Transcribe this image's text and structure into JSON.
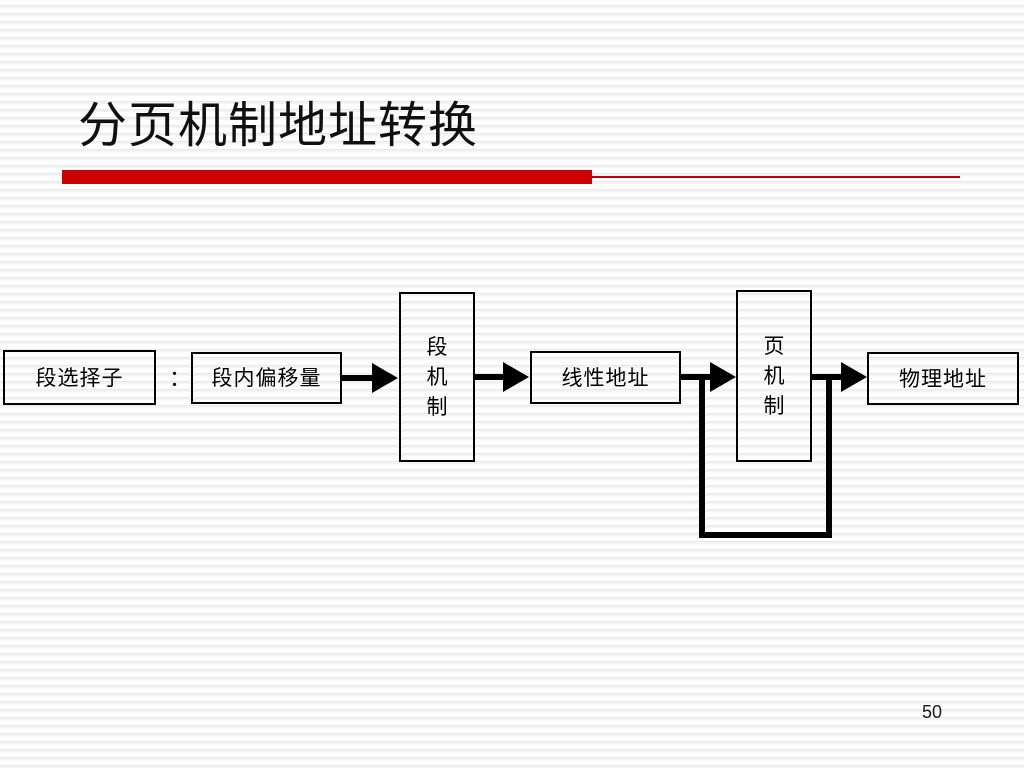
{
  "slide": {
    "title": "分页机制地址转换",
    "page_number": "50",
    "accent_color": "#cc0000",
    "rule_color": "#c00000",
    "line_color": "#000000",
    "background_color": "#ffffff"
  },
  "diagram": {
    "type": "flow",
    "separator": "：",
    "nodes": [
      {
        "id": "segment-selector",
        "label": "段选择子",
        "orientation": "horizontal"
      },
      {
        "id": "segment-offset",
        "label": "段内偏移量",
        "orientation": "horizontal"
      },
      {
        "id": "segment-unit",
        "label": "段机制",
        "orientation": "vertical",
        "chars": [
          "段",
          "机",
          "制"
        ]
      },
      {
        "id": "linear-address",
        "label": "线性地址",
        "orientation": "horizontal"
      },
      {
        "id": "page-unit",
        "label": "页机制",
        "orientation": "vertical",
        "chars": [
          "页",
          "机",
          "制"
        ]
      },
      {
        "id": "physical-address",
        "label": "物理地址",
        "orientation": "horizontal"
      }
    ],
    "edges": [
      {
        "from": "segment-offset",
        "to": "segment-unit",
        "style": "arrow"
      },
      {
        "from": "segment-unit",
        "to": "linear-address",
        "style": "arrow"
      },
      {
        "from": "linear-address",
        "to": "page-unit",
        "style": "arrow"
      },
      {
        "from": "page-unit",
        "to": "physical-address",
        "style": "arrow"
      },
      {
        "from": "page-unit",
        "to": "page-unit",
        "style": "feedback-loop"
      }
    ]
  }
}
